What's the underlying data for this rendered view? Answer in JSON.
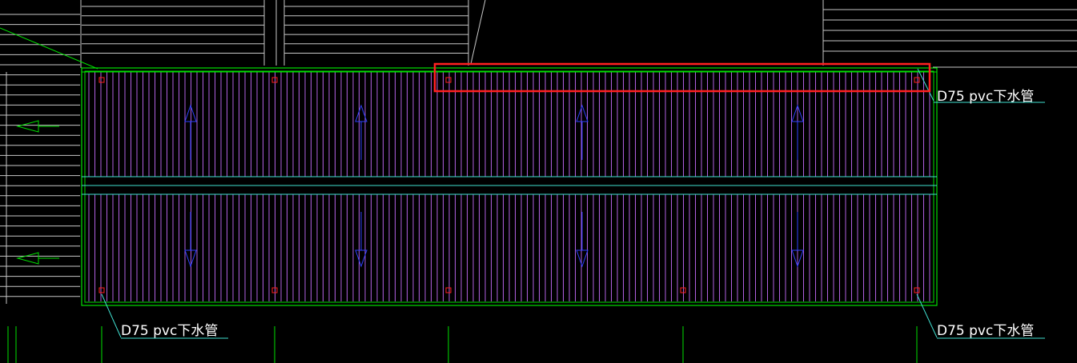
{
  "drawing": {
    "background": "#000000",
    "colors": {
      "gray": "#c8c8c8",
      "green": "#00e000",
      "magenta": "#b060e0",
      "cyan": "#40e0d0",
      "blue": "#3040ff",
      "red": "#ff2020",
      "label": "#ffffff"
    },
    "labels": {
      "top_right": "D75 pvc下水管",
      "bottom_left": "D75 pvc下水管",
      "bottom_right": "D75 pvc下水管"
    },
    "highlight_box": {
      "color": "#ff2020",
      "purpose": "selection highlight"
    },
    "drain_arrow_direction": "left"
  }
}
